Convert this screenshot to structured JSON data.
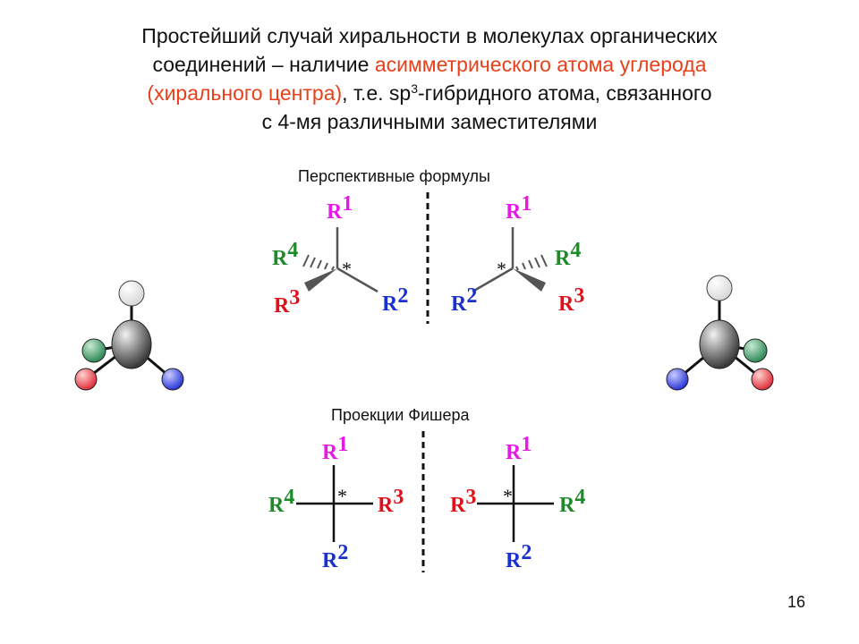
{
  "title": {
    "line1": "Простейший случай хиральности в молекулах органических",
    "line2_pre": "соединений – ",
    "line2_plain": "наличие ",
    "line2_hl": "асимметрического атома углерода",
    "line3_hl": "(хирального центра)",
    "line3_mid": ", т.е. sp",
    "line3_sup": "3",
    "line3_post": "-гибридного атома, связанного",
    "line4": "с 4-мя различными заместителями"
  },
  "captions": {
    "perspective": "Перспективные формулы",
    "fischer": "Проекции Фишера"
  },
  "page_number": "16",
  "labels": {
    "R": "R",
    "n1": "1",
    "n2": "2",
    "n3": "3",
    "n4": "4",
    "star": "*"
  },
  "colors": {
    "r1": "#e619e6",
    "r2": "#1a2fcf",
    "r3": "#e0101a",
    "r4": "#1f8a2a",
    "highlight": "#e8401a"
  }
}
